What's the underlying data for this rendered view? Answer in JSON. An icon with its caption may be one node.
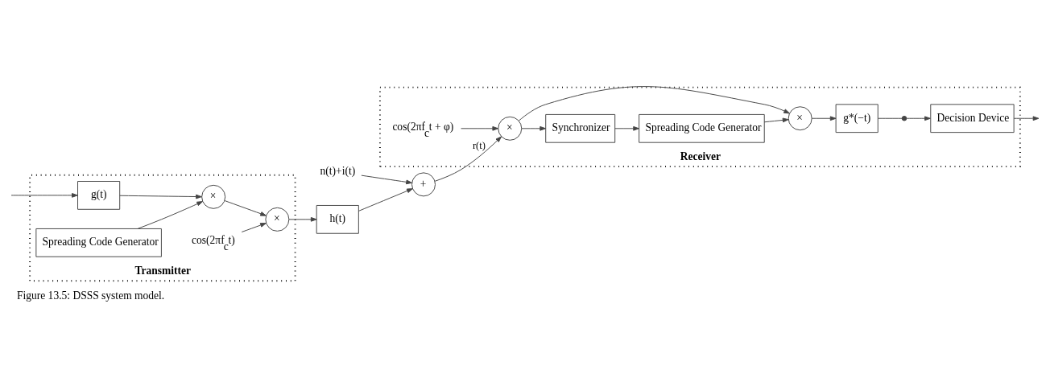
{
  "diagram": {
    "caption": "Figure 13.5: DSSS system model.",
    "nodes": [
      {
        "text": [
          "Transmitter"
        ]
      },
      {
        "text": [
          "g(t)"
        ],
        "in": 0
      },
      {
        "text": [
          "×"
        ],
        "in": 0
      },
      {
        "text": [
          "×"
        ],
        "in": 0
      },
      {
        "text": [
          "Spreading Code Generator"
        ],
        "in": 0
      },
      {
        "text": [
          "cos(2πf$_{c}$t)"
        ],
        "in": 0
      },
      {
        "text": [
          "h(t)"
        ]
      },
      {
        "text": [
          "n(t)+i(t)"
        ]
      },
      {
        "text": [
          "+"
        ]
      },
      {
        "text": [
          "Receiver"
        ]
      },
      {
        "text": [
          "×"
        ],
        "in": 9
      },
      {
        "text": [
          "Synchronizer"
        ],
        "in": 9
      },
      {
        "text": [
          "×"
        ],
        "in": 9
      },
      {
        "text": [
          "Spreading Code Generator"
        ],
        "in": 9
      },
      {
        "text": [
          "cos(2πf$_{c}$t + φ)"
        ],
        "in": 9
      },
      {
        "text": [
          "g*(−t)"
        ],
        "in": 9
      },
      {
        "text": [],
        "shape": "switch",
        "in": 9
      },
      {
        "text": [
          "Decision Device"
        ],
        "in": 9
      }
    ],
    "edges": [
      {
        "from": null,
        "to": 1,
        "arrow": "to"
      },
      {
        "from": 1,
        "to": 2,
        "arrow": "to"
      },
      {
        "from": 2,
        "to": 3,
        "arrow": "to"
      },
      {
        "from": 4,
        "to": 2,
        "arrow": "to"
      },
      {
        "from": 5,
        "to": 3,
        "arrow": "to"
      },
      {
        "from": 3,
        "to": 6,
        "arrow": "to"
      },
      {
        "from": 6,
        "to": 8,
        "arrow": "to"
      },
      {
        "from": 7,
        "to": 8,
        "arrow": "to"
      },
      {
        "from": 8,
        "to": 10,
        "arrow": "to",
        "label": "r(t)"
      },
      {
        "from": 14,
        "to": 10,
        "arrow": "to"
      },
      {
        "from": 10,
        "to": 12,
        "arrow": "to"
      },
      {
        "from": 10,
        "to": 11,
        "arrow": "to"
      },
      {
        "from": 11,
        "to": 13,
        "arrow": "to"
      },
      {
        "from": 13,
        "to": 12,
        "arrow": "to"
      },
      {
        "from": 12,
        "to": 15,
        "arrow": "to"
      },
      {
        "from": 15,
        "to": 16,
        "arrow": "none"
      },
      {
        "from": 16,
        "to": 17,
        "arrow": "to"
      },
      {
        "from": 17,
        "to": null,
        "arrow": "to"
      }
    ]
  }
}
